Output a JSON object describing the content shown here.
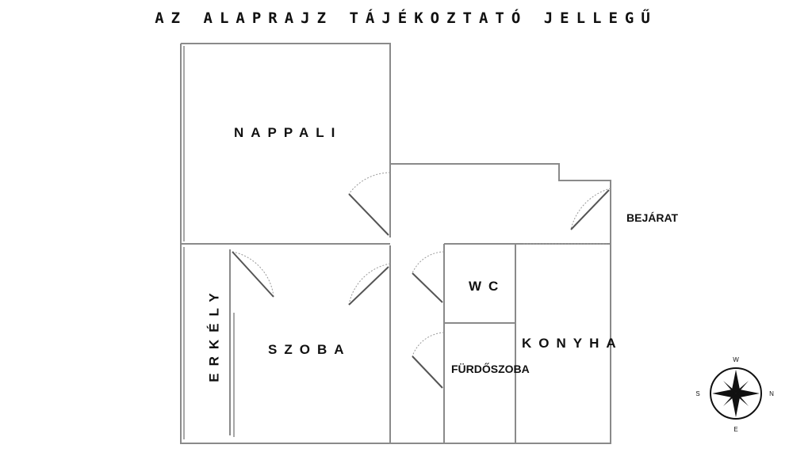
{
  "header": {
    "disclaimer": "AZ ALAPRAJZ TÁJÉKOZTATÓ JELLEGŰ"
  },
  "rooms": {
    "nappali": "NAPPALI",
    "szoba": "SZOBA",
    "erkely": "ERKÉLY",
    "wc": "WC",
    "furdoszoba": "FÜRDŐSZOBA",
    "konyha": "KONYHA",
    "bejarat": "BEJÁRAT"
  },
  "compass": {
    "top": "W",
    "right": "N",
    "bottom": "E",
    "left": "S"
  },
  "colors": {
    "wall": "#8a8a8a",
    "ink": "#111111",
    "door_swing": "#9a9a9a"
  }
}
